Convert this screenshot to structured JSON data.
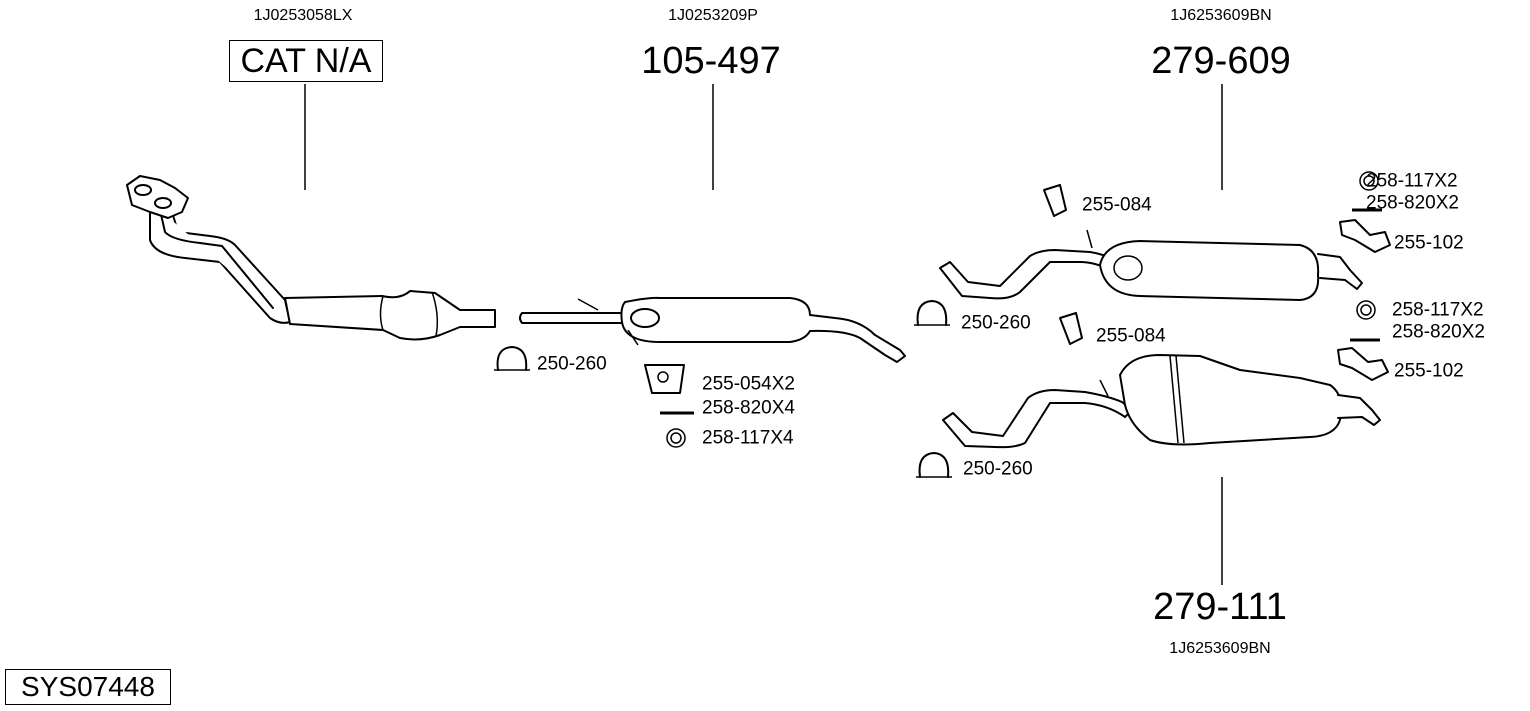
{
  "system_id": "SYS07448",
  "parts": [
    {
      "oem": "1J0253058LX",
      "number": "CAT N/A"
    },
    {
      "oem": "1J0253209P",
      "number": "105-497"
    },
    {
      "oem": "1J6253609BN",
      "number": "279-609"
    },
    {
      "oem": "1J6253609BN",
      "number": "279-111"
    }
  ],
  "accessories": {
    "front_clamp": "250-260",
    "mid_mount": "255-054X2",
    "mid_bolt": "258-820X4",
    "mid_ring": "258-117X4",
    "rear1_hanger": "255-084",
    "rear1_ring": "258-117X2",
    "rear1_bolt": "258-820X2",
    "rear1_bracket": "255-102",
    "rear1_clamp": "250-260",
    "rear2_hanger": "255-084",
    "rear2_ring": "258-117X2",
    "rear2_bolt": "258-820X2",
    "rear2_bracket": "255-102",
    "rear2_clamp": "250-260"
  }
}
